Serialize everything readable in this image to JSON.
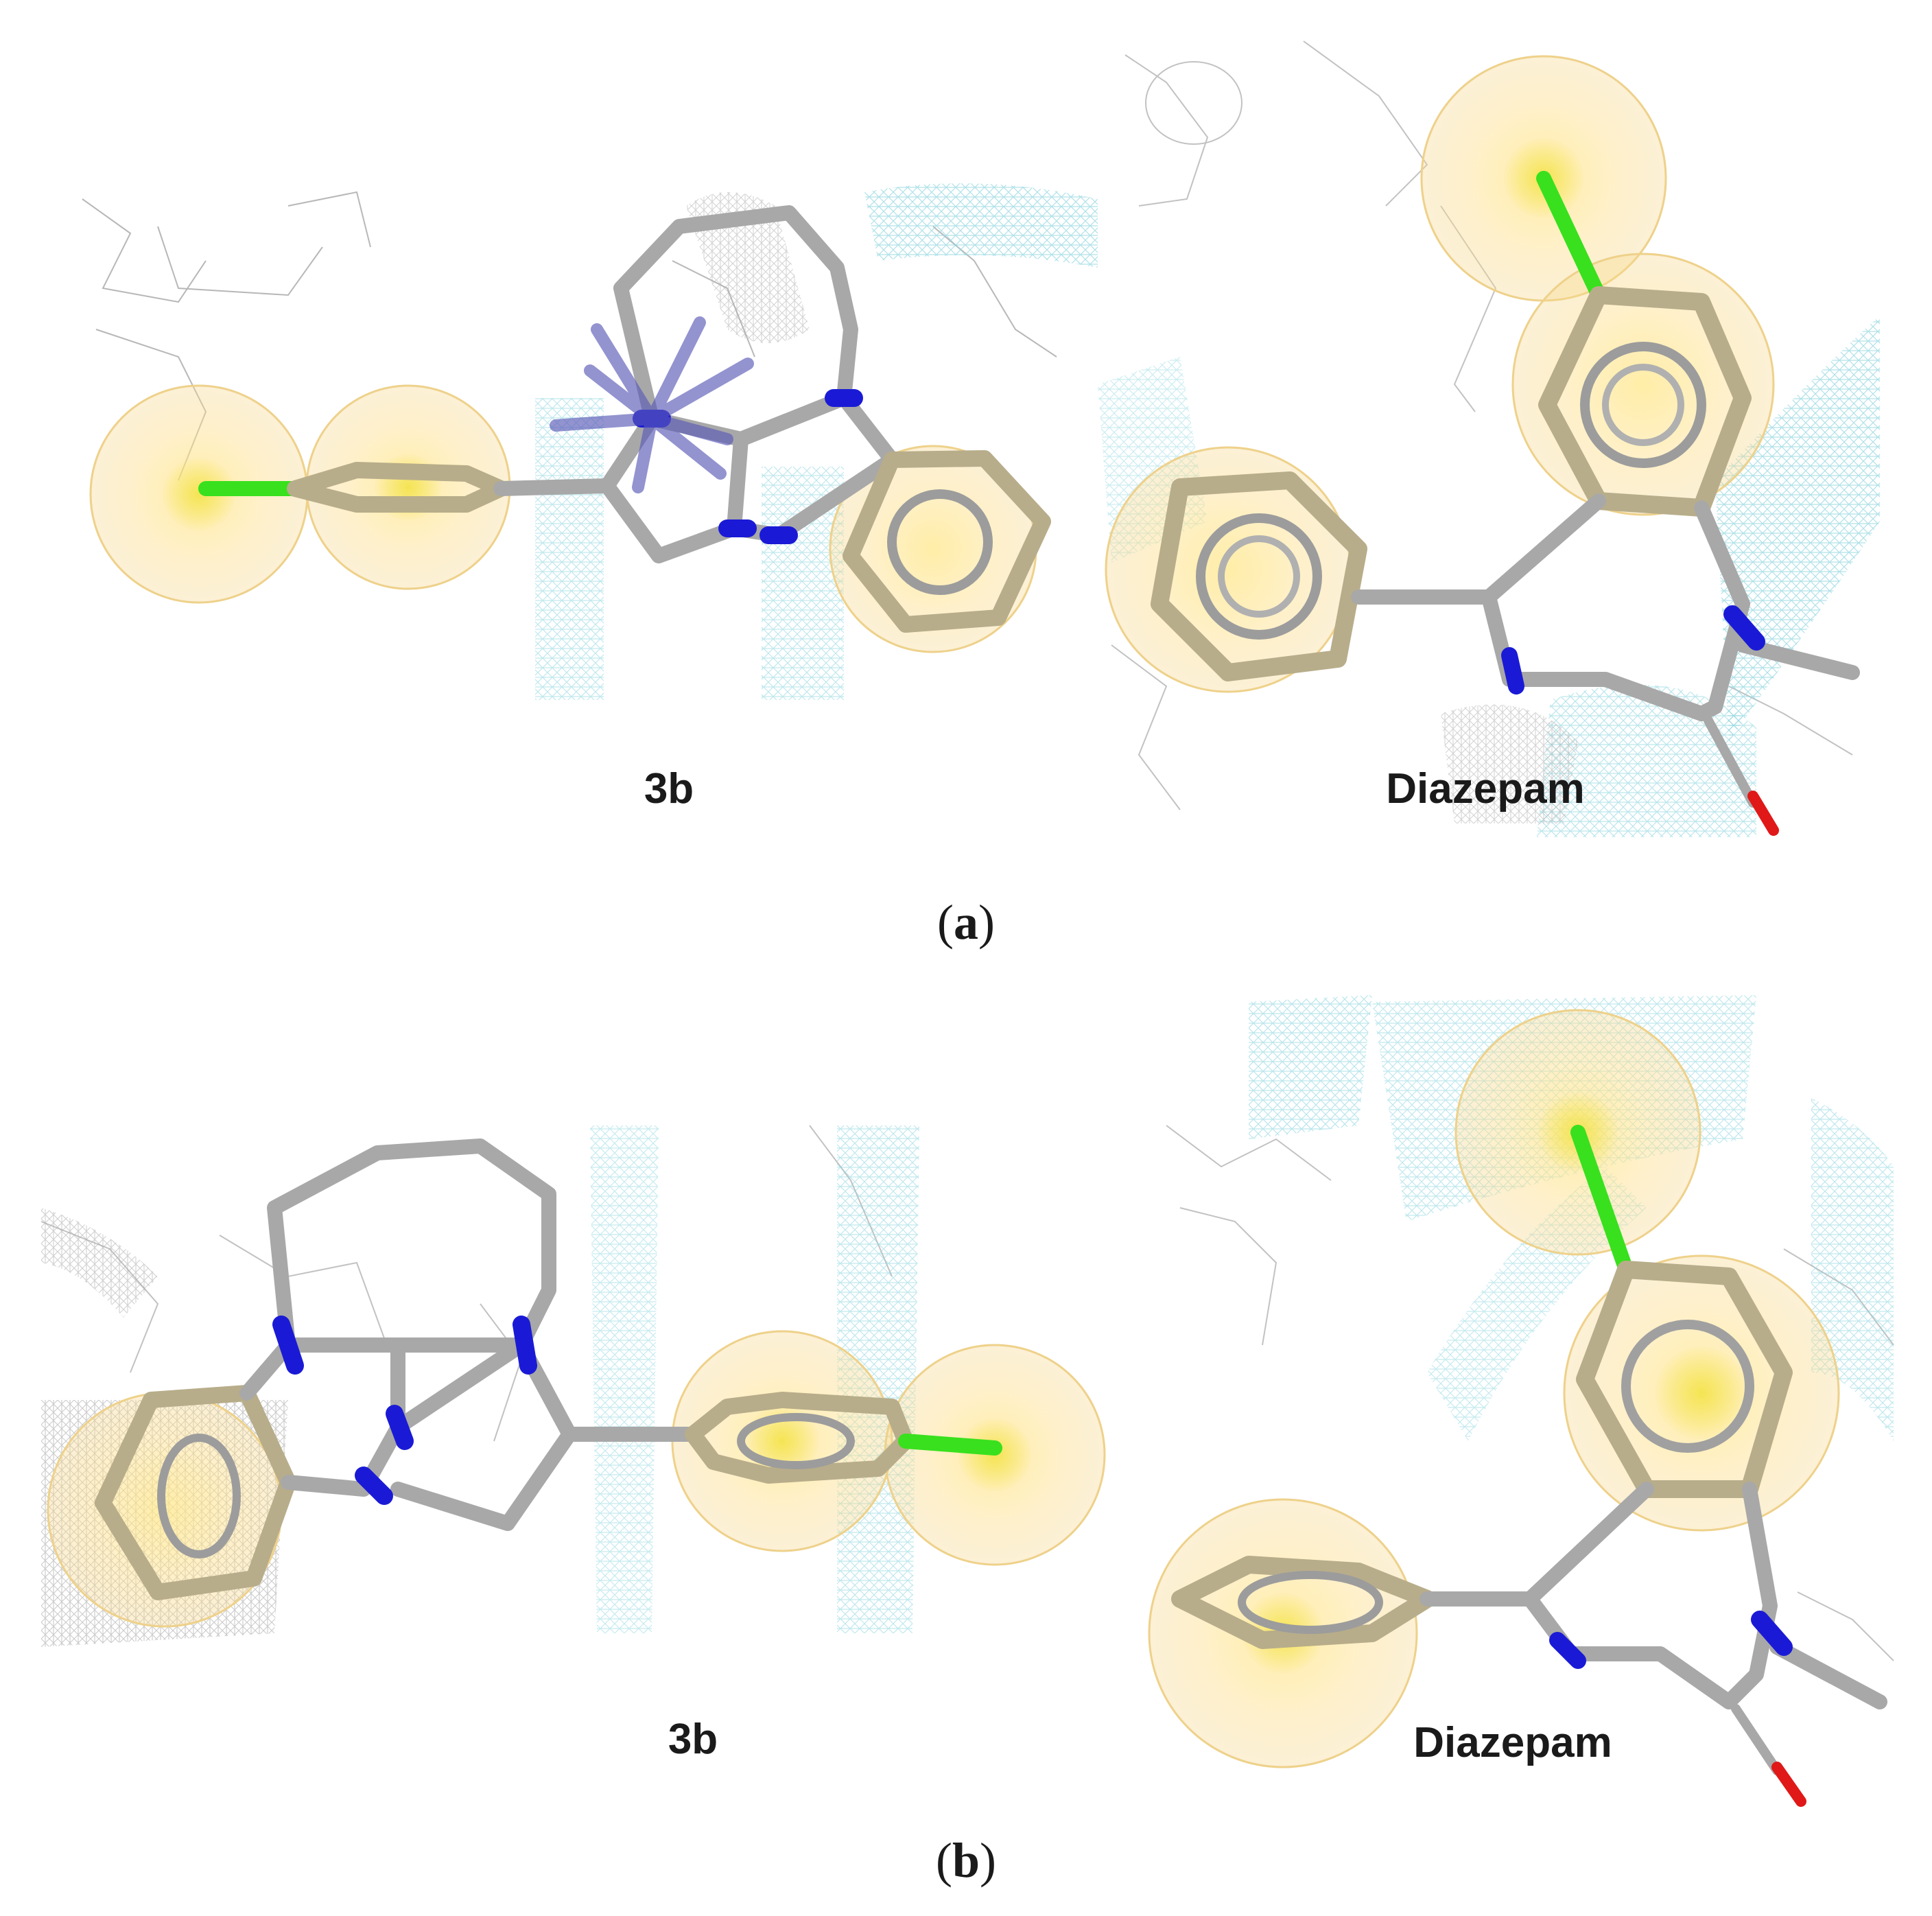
{
  "figure": {
    "panels": [
      {
        "id": "a",
        "label_letter": "a",
        "molecule_left": "3b",
        "molecule_right": "Diazepam"
      },
      {
        "id": "b",
        "label_letter": "b",
        "molecule_left": "3b",
        "molecule_right": "Diazepam"
      }
    ]
  },
  "colors": {
    "carbon_bond": "#a8a8a8",
    "nitrogen": "#1a1ad6",
    "chlorine": "#38e01e",
    "oxygen": "#e01818",
    "aromatic_ring": "#b8ad8a",
    "hydrophobic_sphere": "#ffd770",
    "h_bond_donor_burst": "#5a5ab8",
    "protein_mesh_cyan": "#7fd0dc",
    "protein_mesh_gray": "#9a9a9a"
  }
}
